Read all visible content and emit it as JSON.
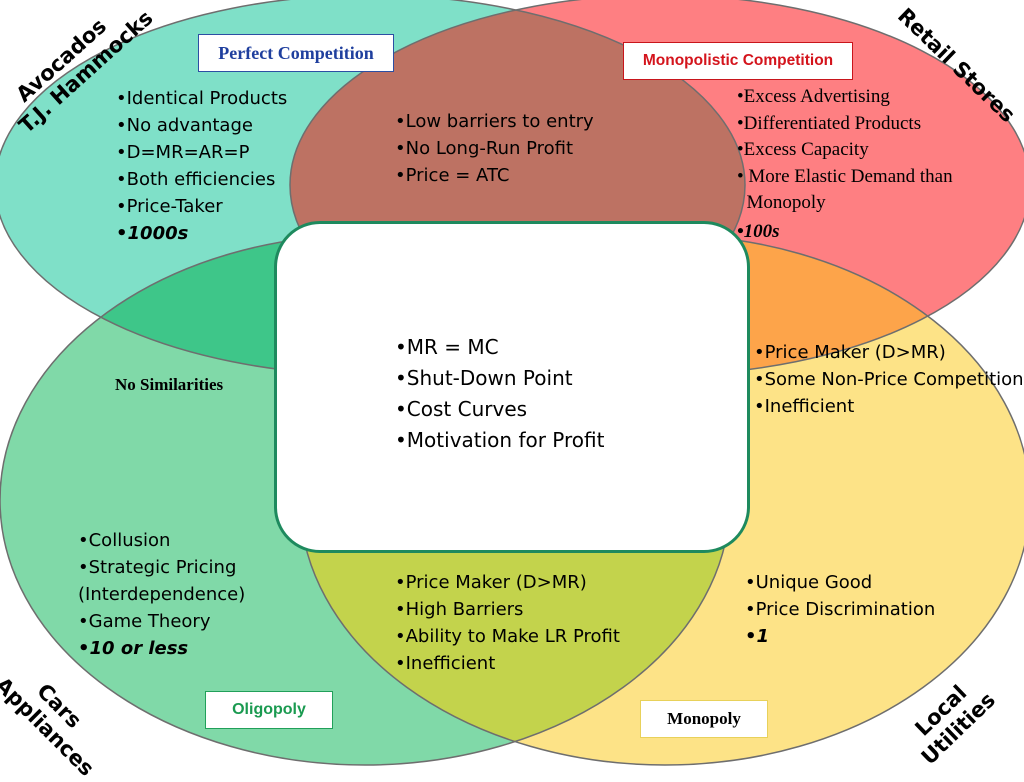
{
  "colors": {
    "perfect": "#7fe0c8",
    "monopolistic": "#fe7f82",
    "oligopoly": "#80d9a8",
    "monopoly": "#fde387",
    "overlap_pc_mc": "#bd7263",
    "overlap_pc_ol": "#3ec689",
    "overlap_mc_mo": "#fda44a",
    "overlap_ol_mo": "#c3d34c",
    "center_border": "#1e8a5e"
  },
  "labels": {
    "perfect": "Perfect Competition",
    "monopolistic": "Monopolistic Competition",
    "oligopoly": "Oligopoly",
    "monopoly": "Monopoly"
  },
  "examples": {
    "top_left": [
      "Avocados",
      "T.J. Hammocks"
    ],
    "top_right": [
      "Retail Stores"
    ],
    "bottom_left": [
      "Cars",
      "Appliances"
    ],
    "bottom_right": [
      "Local",
      "Utilities"
    ]
  },
  "perfect_items": [
    "•Identical Products",
    "•No advantage",
    "•D=MR=AR=P",
    "•Both efficiencies",
    "•Price-Taker"
  ],
  "perfect_count": "1000s",
  "perfect_monopolistic_items": [
    "•Low barriers to entry",
    "•No Long-Run Profit",
    "•Price = ATC"
  ],
  "monopolistic_items": [
    "•Excess Advertising",
    "•Differentiated Products",
    "•Excess Capacity",
    "• More Elastic Demand than",
    "  Monopoly"
  ],
  "monopolistic_count": "100s",
  "no_similarities": "No Similarities",
  "center_items": [
    "•MR = MC",
    "•Shut-Down Point",
    "•Cost Curves",
    "•Motivation for Profit"
  ],
  "monopolistic_monopoly_items": [
    "•Price Maker (D>MR)",
    "•Some Non-Price Competition",
    "•Inefficient"
  ],
  "oligopoly_items": [
    "•Collusion",
    "•Strategic Pricing",
    "(Interdependence)",
    "•Game Theory"
  ],
  "oligopoly_count": "10 or less",
  "oligopoly_monopoly_items": [
    "•Price Maker (D>MR)",
    "•High Barriers",
    "•Ability to Make LR Profit",
    "•Inefficient"
  ],
  "monopoly_items": [
    "•Unique Good",
    "•Price Discrimination"
  ],
  "monopoly_count": "1"
}
